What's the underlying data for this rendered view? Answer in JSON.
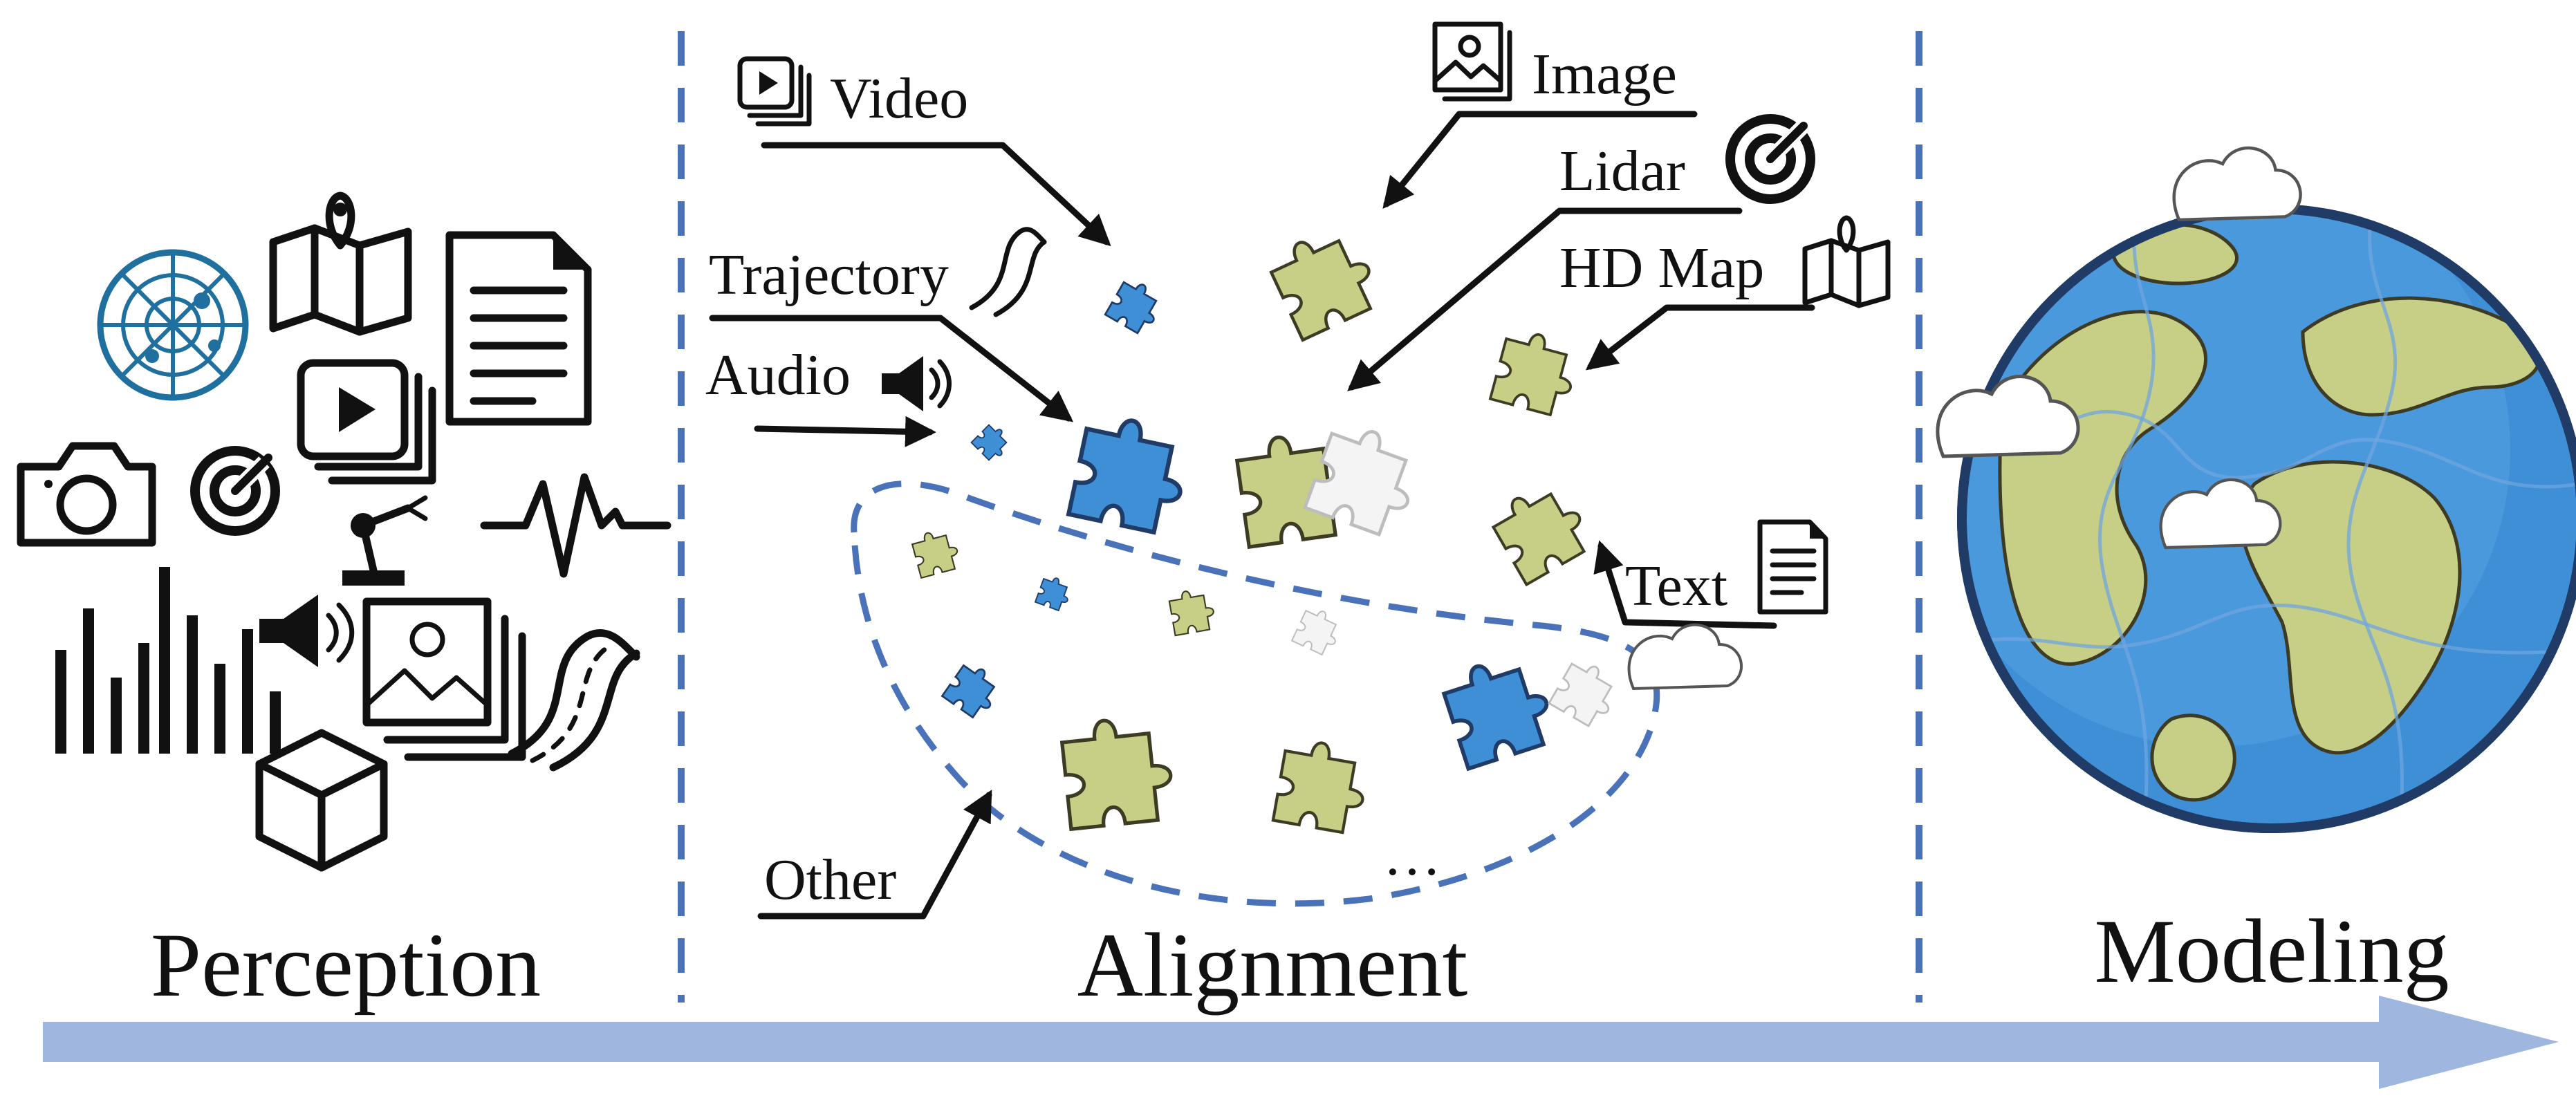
{
  "stages": {
    "perception": "Perception",
    "alignment": "Alignment",
    "modeling": "Modeling"
  },
  "modalities": {
    "video": "Video",
    "image": "Image",
    "lidar": "Lidar",
    "trajectory": "Trajectory",
    "hd_map": "HD Map",
    "audio": "Audio",
    "text": "Text",
    "other": "Other"
  },
  "ellipsis": "…",
  "icons": [
    "radar-icon",
    "map-pin-icon",
    "document-icon",
    "video-play-icon",
    "camera-icon",
    "lidar-icon",
    "robot-arm-icon",
    "waveform-icon",
    "signal-bars-icon",
    "speaker-icon",
    "image-icon",
    "road-icon",
    "cube-icon",
    "puzzle-piece-icon",
    "globe-icon"
  ],
  "colors": {
    "arrow": "#9fb7de",
    "divider": "#4a72b8",
    "ocean": "#3f8fd6",
    "land": "#c7cf86"
  }
}
